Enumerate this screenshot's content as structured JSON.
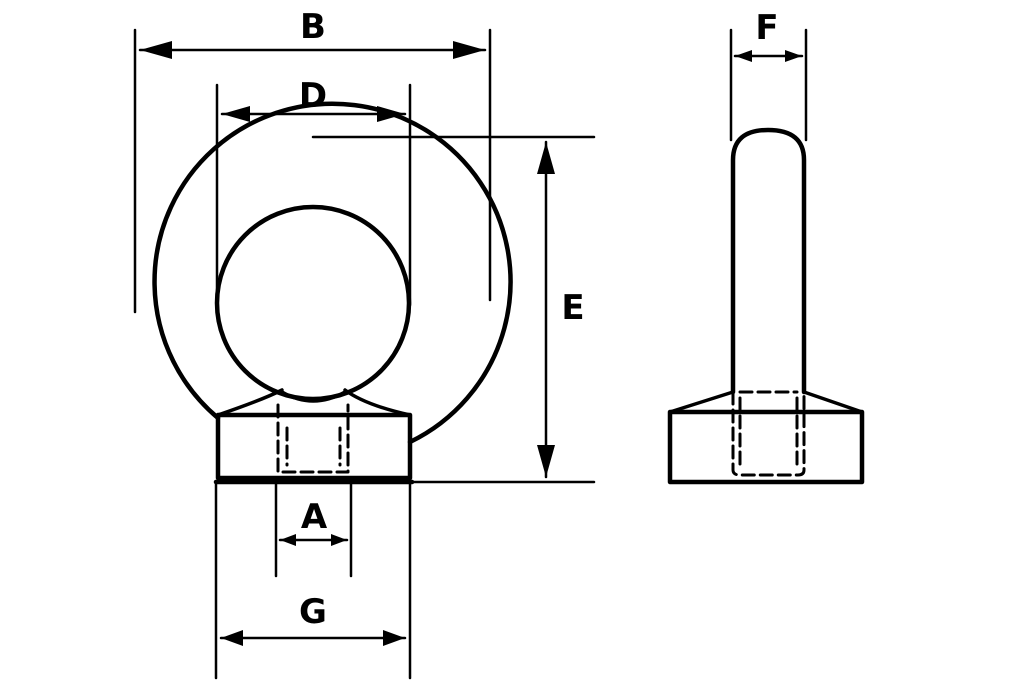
{
  "labels": {
    "A": "A",
    "B": "B",
    "D": "D",
    "E": "E",
    "F": "F",
    "G": "G"
  }
}
